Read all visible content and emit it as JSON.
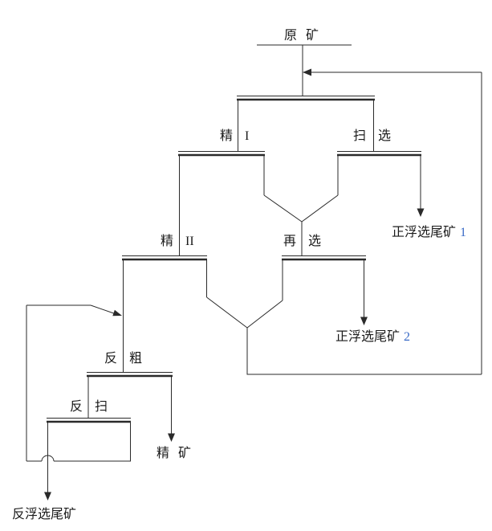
{
  "diagram": {
    "feed_label": "原 矿",
    "cells": {
      "cleaner1": {
        "left": "精",
        "right": "I"
      },
      "scavenger": {
        "left": "扫",
        "right": "选"
      },
      "cleaner2": {
        "left": "精",
        "right": "II"
      },
      "recleaner": {
        "left": "再",
        "right": "选"
      },
      "reverse_rougher": {
        "left": "反",
        "right": "粗"
      },
      "reverse_scavenger": {
        "left": "反",
        "right": "扫"
      }
    },
    "outputs": {
      "forward_tailings_1": {
        "label": "正浮选尾矿",
        "num": "1"
      },
      "forward_tailings_2": {
        "label": "正浮选尾矿",
        "num": "2"
      },
      "concentrate": "精 矿",
      "reverse_tailings": "反浮选尾矿"
    },
    "colors": {
      "line": "#2a2a2a",
      "text": "#1a1a1a",
      "output_number": "#3a6bc7",
      "background": "#ffffff"
    }
  }
}
